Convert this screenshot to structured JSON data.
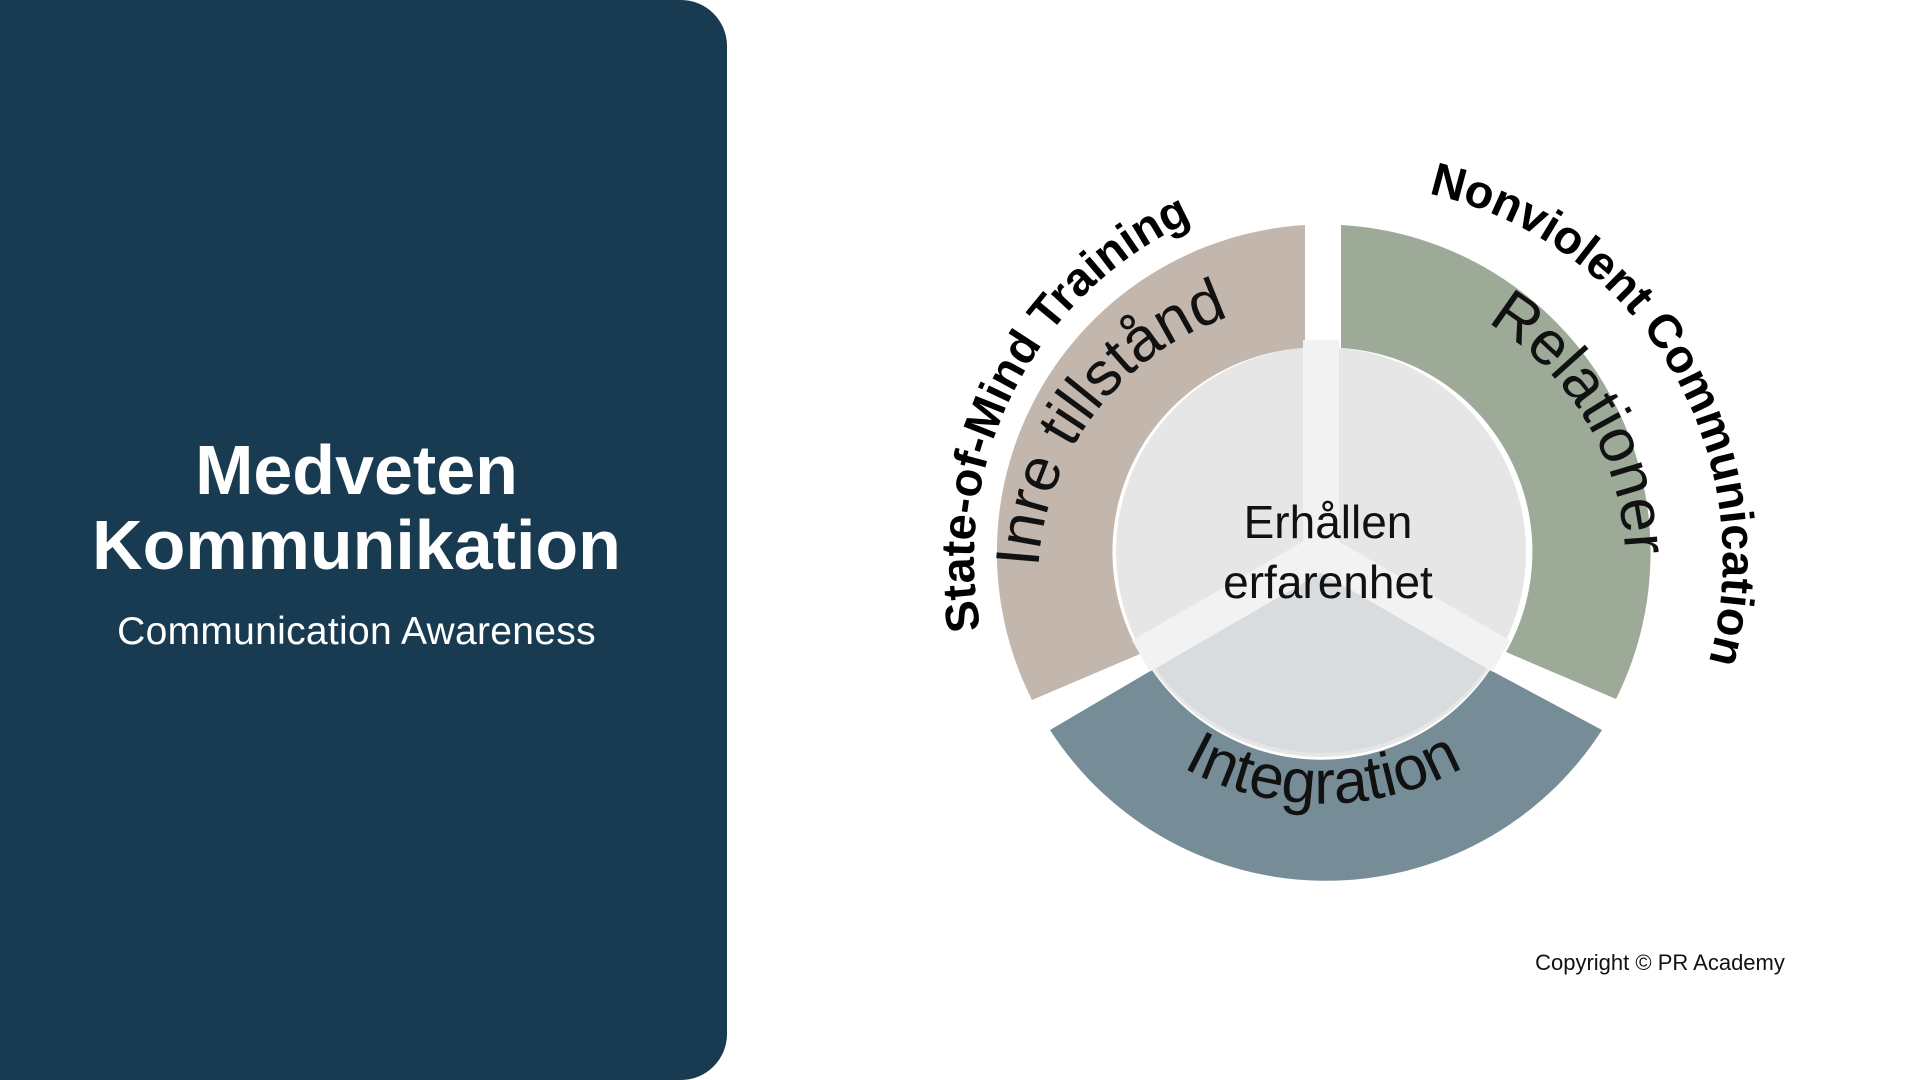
{
  "left_panel": {
    "title_line1": "Medveten",
    "title_line2": "Kommunikation",
    "subtitle": "Communication Awareness"
  },
  "diagram": {
    "segments": [
      {
        "label": "Inre tillstånd",
        "color": "#c3b6ad"
      },
      {
        "label": "Relationer",
        "color": "#9eaa98"
      },
      {
        "label": "Integration",
        "color": "#768c97"
      }
    ],
    "outer_labels": {
      "left": "State-of-Mind Training",
      "right": "Nonviolent Communication"
    },
    "center": {
      "line1": "Erhållen",
      "line2": "erfarenhet"
    }
  },
  "footer": {
    "copyright": "Copyright © PR Academy"
  },
  "colors": {
    "panel": "#193b52",
    "center_disc": "#e6e6e6"
  }
}
